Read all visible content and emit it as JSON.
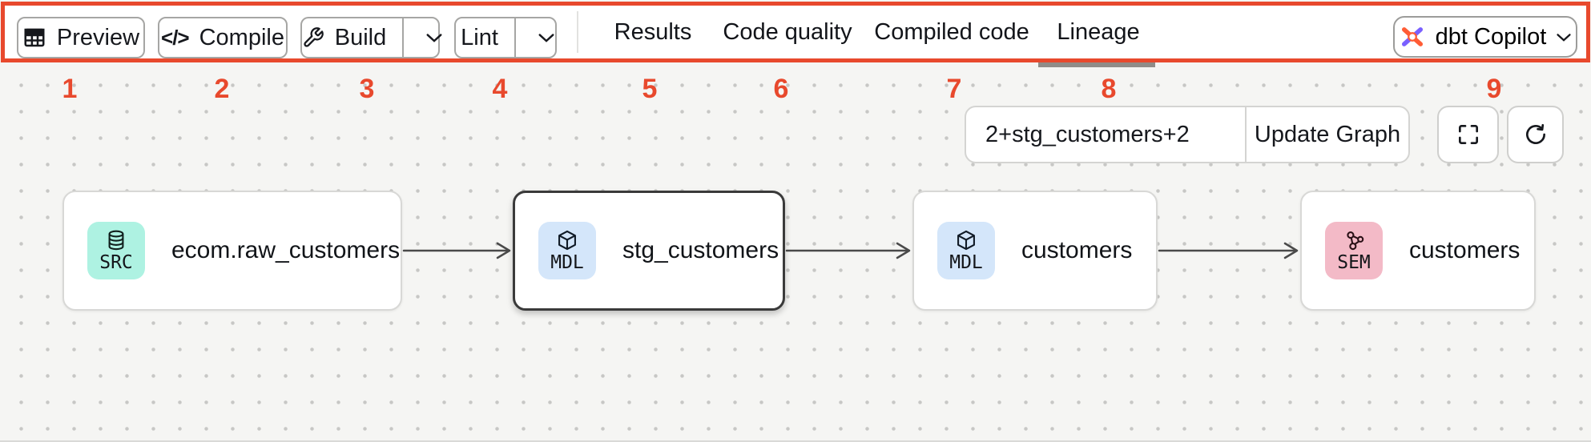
{
  "annotations": {
    "numbers": [
      "1",
      "2",
      "3",
      "4",
      "5",
      "6",
      "7",
      "8",
      "9"
    ]
  },
  "toolbar": {
    "preview_label": "Preview",
    "compile_label": "Compile",
    "compile_icon_glyph": "</>",
    "build_label": "Build",
    "lint_label": "Lint",
    "tabs": [
      {
        "label": "Results",
        "active": false
      },
      {
        "label": "Code quality",
        "active": false
      },
      {
        "label": "Compiled code",
        "active": false
      },
      {
        "label": "Lineage",
        "active": true
      }
    ],
    "copilot_label": "dbt Copilot"
  },
  "graph_controls": {
    "selector_value": "2+stg_customers+2",
    "update_button_label": "Update Graph"
  },
  "graph": {
    "nodes": [
      {
        "badge": "SRC",
        "icon": "database-icon",
        "label": "ecom.raw_customers",
        "selected": false
      },
      {
        "badge": "MDL",
        "icon": "cube-icon",
        "label": "stg_customers",
        "selected": true
      },
      {
        "badge": "MDL",
        "icon": "cube-icon",
        "label": "customers",
        "selected": false
      },
      {
        "badge": "SEM",
        "icon": "network-icon",
        "label": "customers",
        "selected": false
      }
    ]
  },
  "colors": {
    "annotation_red": "#e8492d",
    "src_badge": "#aef2e2",
    "mdl_badge": "#d4e6fa",
    "sem_badge": "#f3bac7",
    "edge": "#4a4a4a",
    "dbt_orange": "#ff5c35",
    "dbt_purple": "#7a60ff"
  }
}
